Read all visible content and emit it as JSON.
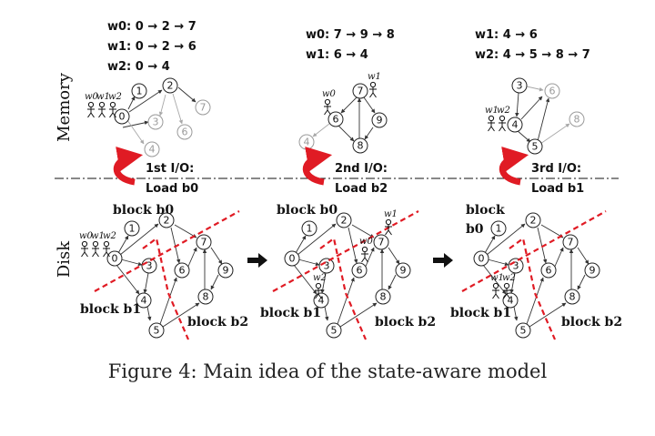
{
  "caption": "Figure 4: Main idea of the state-aware model",
  "side_labels": {
    "memory": "Memory",
    "disk": "Disk"
  },
  "steps": [
    {
      "walk_lines": [
        "w0: 0 → 2 → 7",
        "w1: 0 → 2 → 6",
        "w2: 0 → 4"
      ],
      "io_label": "1st I/O:",
      "load_label": "Load b0",
      "memory_nodes": [
        "1",
        "2",
        "0",
        "3",
        "7",
        "6",
        "4"
      ],
      "walkers_memory": [
        "w0",
        "w1",
        "w2"
      ],
      "walkers_disk": [
        "w0",
        "w1",
        "w2"
      ],
      "block_labels": [
        "block b0",
        "block b1",
        "block b2"
      ]
    },
    {
      "walk_lines": [
        "w0: 7 → 9 → 8",
        "w1: 6 → 4"
      ],
      "io_label": "2nd I/O:",
      "load_label": "Load b2",
      "memory_nodes": [
        "7",
        "6",
        "9",
        "4",
        "8"
      ],
      "walkers_memory": [
        "w0",
        "w1"
      ],
      "walkers_disk": [
        "w1",
        "w0",
        "w2"
      ],
      "block_labels": [
        "block b0",
        "block b1",
        "block b2"
      ]
    },
    {
      "walk_lines": [
        "w1: 4 → 6",
        "w2: 4 → 5 → 8 → 7"
      ],
      "io_label": "3rd I/O:",
      "load_label": "Load b1",
      "memory_nodes": [
        "3",
        "6",
        "4",
        "8",
        "5"
      ],
      "walkers_memory": [
        "w1",
        "w2"
      ],
      "walkers_disk": [
        "w1",
        "w2"
      ],
      "block_labels": [
        "block",
        "b0",
        "block b1",
        "block b2"
      ]
    }
  ],
  "disk_nodes": [
    "0",
    "1",
    "2",
    "3",
    "4",
    "5",
    "6",
    "7",
    "8",
    "9"
  ],
  "colors": {
    "red": "#e01b24",
    "ink": "#111111",
    "faded": "#9a9a9a"
  }
}
